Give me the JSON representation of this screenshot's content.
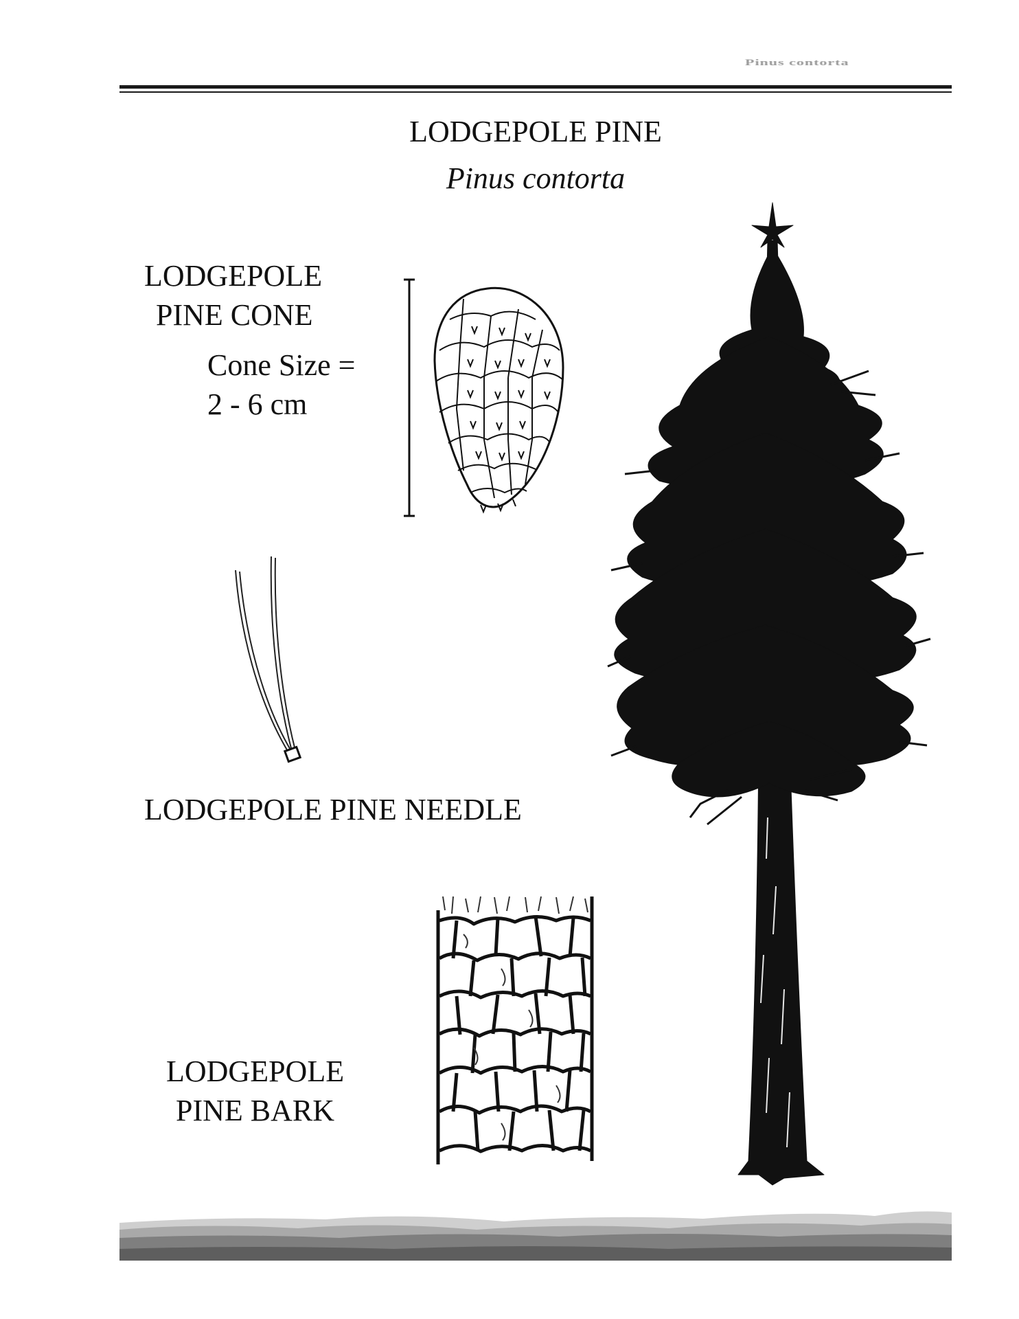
{
  "header": {
    "running_title": "Pinus contorta"
  },
  "page": {
    "title": "LODGEPOLE PINE",
    "scientific_name": "Pinus contorta"
  },
  "cone": {
    "label_line1": "LODGEPOLE",
    "label_line2": "PINE CONE",
    "size_line1": "Cone Size =",
    "size_line2": "2 - 6 cm"
  },
  "needle": {
    "label": "LODGEPOLE PINE NEEDLE"
  },
  "bark": {
    "label_line1": "LODGEPOLE",
    "label_line2": "PINE BARK"
  },
  "colors": {
    "ink": "#111111",
    "footer_dark": "#6d6d6d",
    "footer_light": "#bdbdbd"
  }
}
